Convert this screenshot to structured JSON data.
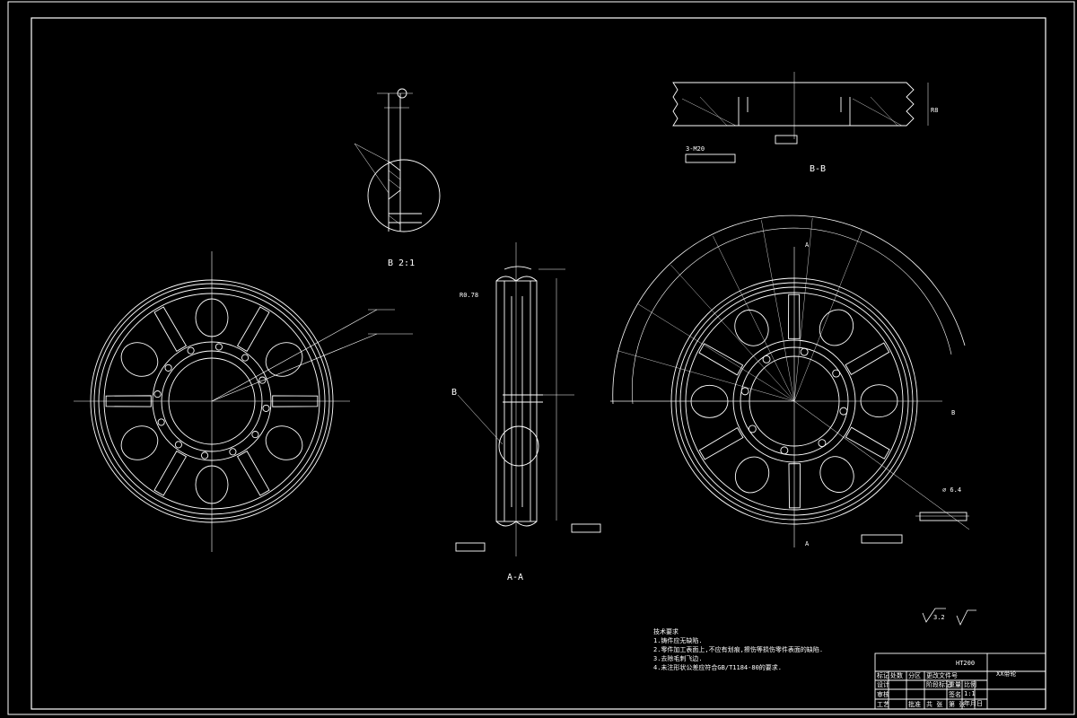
{
  "drawing": {
    "detail_label": "B 2:1",
    "section_a_label": "A-A",
    "section_b_label": "B-B",
    "marker_b": "B",
    "marker_a_top": "A",
    "marker_a_bottom": "A",
    "marker_b_right": "B"
  },
  "dimensions": {
    "pitch_dia": "R0.78",
    "groove": "3-M20",
    "hole": "⌀ 6.4",
    "radius": "R8"
  },
  "notes": {
    "heading": "技术要求",
    "lines": [
      "1.铸件应无缺陷.",
      "2.零件加工表面上,不应有划痕,擦伤等损伤零件表面的缺陷.",
      "3.去除毛刺飞边.",
      "4.未注形状公差应符合GB/T1184-80的要求."
    ]
  },
  "surface": {
    "roughness_value": "3.2"
  },
  "title_block": {
    "part_name": "XX带轮",
    "material": "HT200",
    "scale": "1:1",
    "cells": [
      "标记",
      "处数",
      "分区",
      "更改文件号",
      "签名",
      "年月日",
      "设计",
      "审核",
      "工艺",
      "批准",
      "阶段标记",
      "重量",
      "比例",
      "共 张",
      "第 张"
    ]
  }
}
